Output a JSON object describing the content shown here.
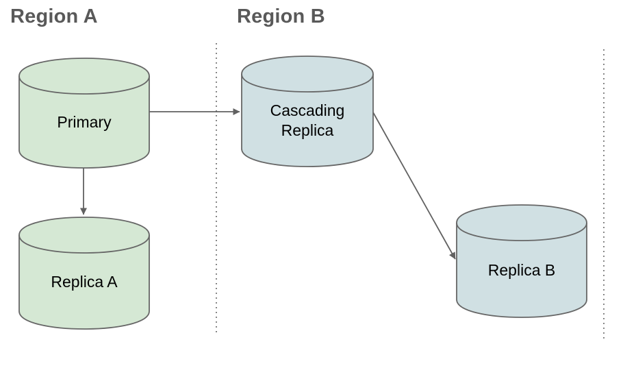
{
  "regions": [
    {
      "id": "region-a",
      "label": "Region A"
    },
    {
      "id": "region-b",
      "label": "Region B"
    }
  ],
  "nodes": {
    "primary": {
      "label": "Primary",
      "region": "Region A",
      "shape": "database-cylinder"
    },
    "replica_a": {
      "label": "Replica A",
      "region": "Region A",
      "shape": "database-cylinder"
    },
    "cascading_replica": {
      "label": "Cascading Replica",
      "region": "Region B",
      "shape": "database-cylinder"
    },
    "replica_b": {
      "label": "Replica B",
      "region": "Region B",
      "shape": "database-cylinder"
    }
  },
  "connections": [
    {
      "from": "Primary",
      "to": "Cascading Replica"
    },
    {
      "from": "Primary",
      "to": "Replica A"
    },
    {
      "from": "Cascading Replica",
      "to": "Replica B"
    }
  ],
  "colors": {
    "region_a_fill": "#d5e8d4",
    "region_b_fill": "#d0e0e3",
    "shape_stroke": "#666666",
    "arrow": "#616161",
    "title_text": "#595959",
    "label_text": "#000000",
    "background": "#ffffff"
  }
}
